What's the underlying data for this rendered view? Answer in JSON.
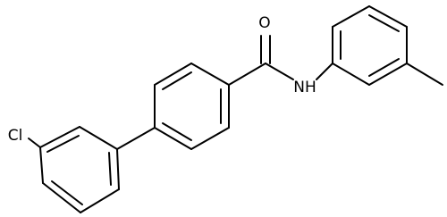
{
  "molecule": {
    "atoms": {
      "oxygen": "O",
      "nitrogen_h": "NH",
      "chlorine": "Cl"
    }
  },
  "colors": {
    "bond": "#000000",
    "label": "#000000",
    "background": "#ffffff"
  }
}
